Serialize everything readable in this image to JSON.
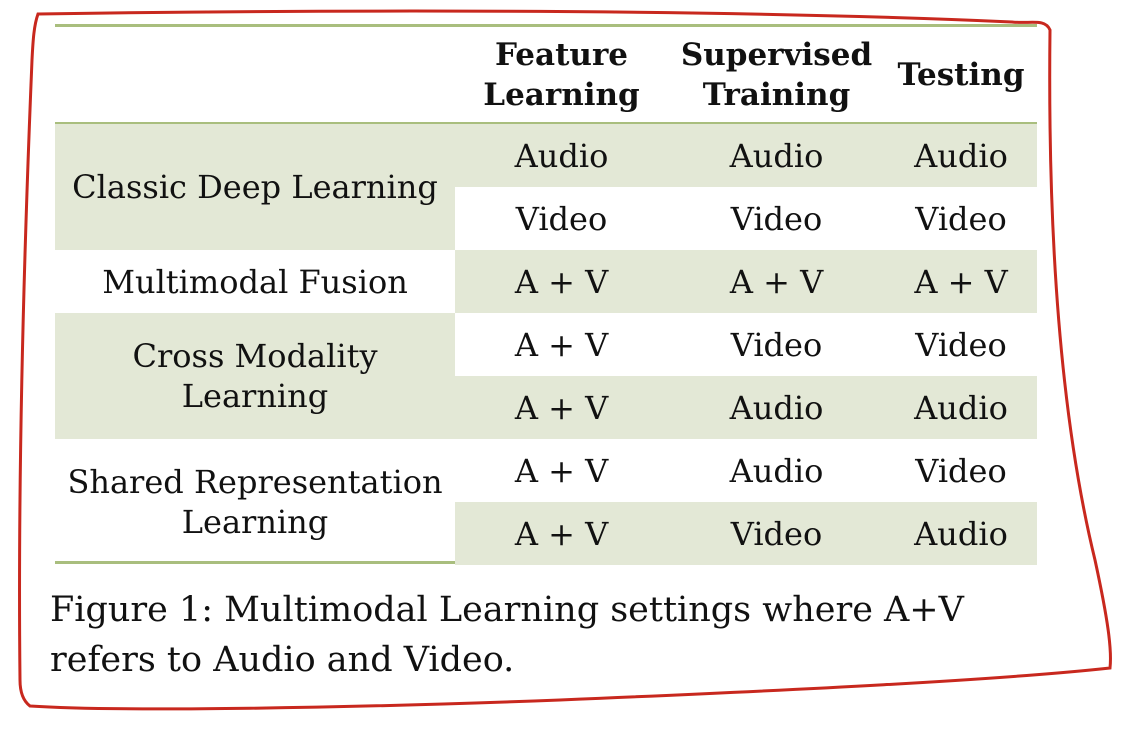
{
  "table": {
    "headers": [
      {
        "lines": [
          "Feature",
          "Learning"
        ]
      },
      {
        "lines": [
          "Supervised",
          "Training"
        ]
      },
      {
        "lines": [
          "Testing"
        ]
      }
    ],
    "groups": [
      {
        "label_lines": [
          "Classic Deep Learning"
        ],
        "rows": [
          [
            "Audio",
            "Audio",
            "Audio"
          ],
          [
            "Video",
            "Video",
            "Video"
          ]
        ]
      },
      {
        "label_lines": [
          "Multimodal Fusion"
        ],
        "rows": [
          [
            "A + V",
            "A + V",
            "A + V"
          ]
        ]
      },
      {
        "label_lines": [
          "Cross Modality",
          "Learning"
        ],
        "rows": [
          [
            "A + V",
            "Video",
            "Video"
          ],
          [
            "A + V",
            "Audio",
            "Audio"
          ]
        ]
      },
      {
        "label_lines": [
          "Shared Representation",
          "Learning"
        ],
        "rows": [
          [
            "A + V",
            "Audio",
            "Video"
          ],
          [
            "A + V",
            "Video",
            "Audio"
          ]
        ]
      }
    ]
  },
  "caption": {
    "text": "Figure 1: Multimodal Learning settings where A+V refers to Audio and Video."
  },
  "colors": {
    "rule": "#a9be7e",
    "shade": "#e3e8d6",
    "outline": "#c8281e"
  }
}
